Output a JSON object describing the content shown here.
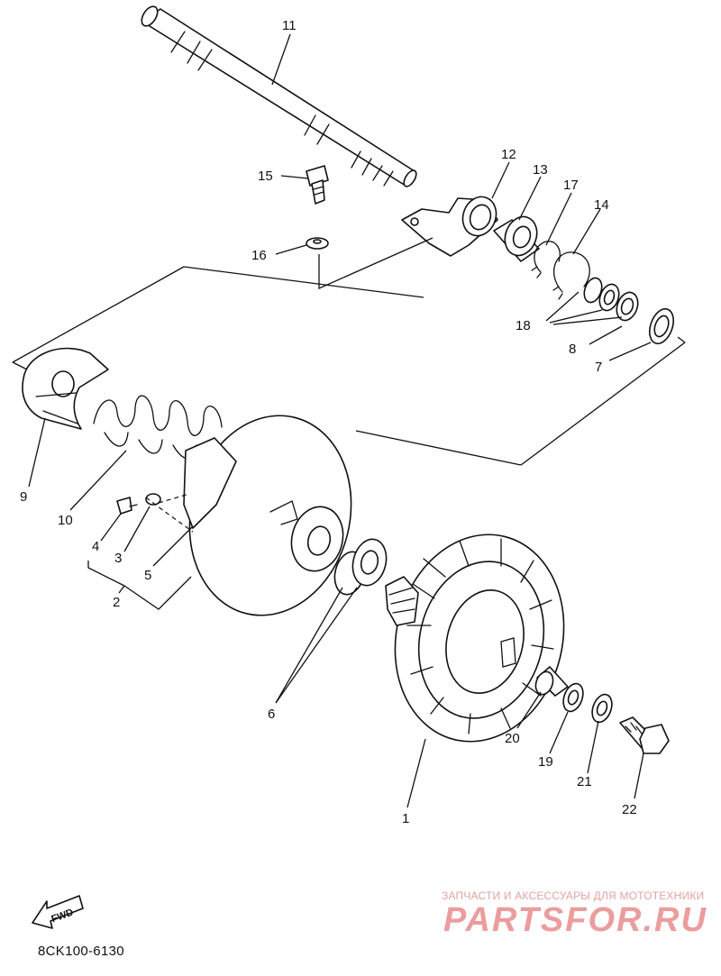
{
  "diagram": {
    "part_numbers": [
      "1",
      "2",
      "3",
      "4",
      "5",
      "6",
      "7",
      "8",
      "9",
      "10",
      "11",
      "12",
      "13",
      "14",
      "15",
      "16",
      "17",
      "18",
      "19",
      "20",
      "21",
      "22"
    ],
    "fwd_label": "FWD",
    "diagram_code": "8CK100-6130"
  },
  "watermark": {
    "tagline": "ЗАПЧАСТИ И АКСЕССУАРЫ ДЛЯ МОТОТЕХНИКИ",
    "brand": "PARTSFOR.RU"
  }
}
